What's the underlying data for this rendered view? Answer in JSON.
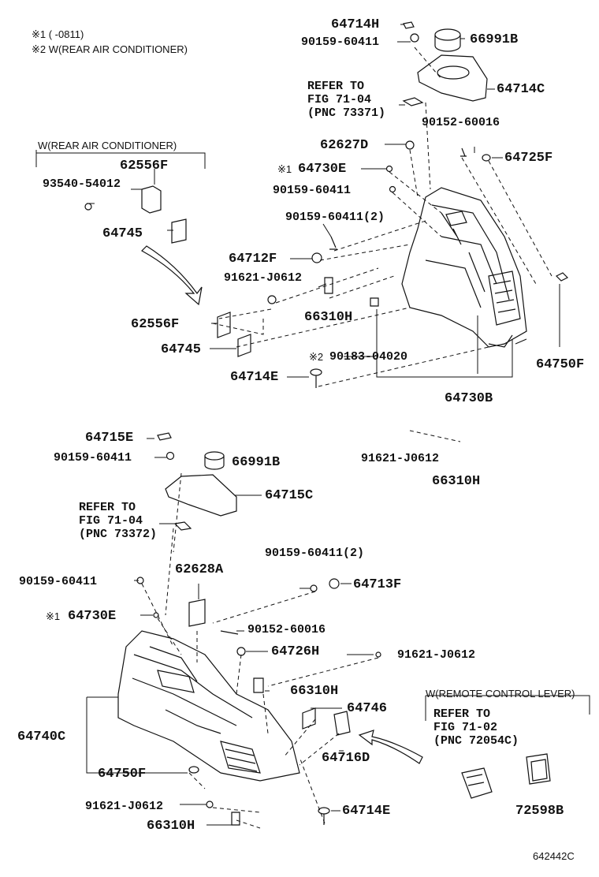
{
  "notes": {
    "note1": "※1 (        -0811)",
    "note2": "※2 W(REAR AIR CONDITIONER)"
  },
  "groups": {
    "rear_ac": "W(REAR AIR CONDITIONER)",
    "remote_lever": "W(REMOTE CONTROL LEVER)"
  },
  "refs": {
    "upper": [
      "REFER TO",
      "FIG 71-04",
      "(PNC 73371)"
    ],
    "lower": [
      "REFER TO",
      "FIG 71-04",
      "(PNC 73372)"
    ],
    "remote": [
      "REFER TO",
      "FIG 71-02",
      "(PNC 72054C)"
    ]
  },
  "parts": {
    "p64714H_top": "64714H",
    "p90159_a": "90159-60411",
    "p66991B_top": "66991B",
    "p64714C": "64714C",
    "p90152_a": "90152-60016",
    "p62627D": "62627D",
    "p64725F": "64725F",
    "p64730E_top": "64730E",
    "p90159_b": "90159-60411",
    "p90159_c": "90159-60411(2)",
    "p62556F_a": "62556F",
    "p93540": "93540-54012",
    "p64745_a": "64745",
    "p64712F": "64712F",
    "p91621_a": "91621-J0612",
    "p66310H_a": "66310H",
    "p62556F_b": "62556F",
    "p64745_b": "64745",
    "p90183": "90183-04020",
    "p64714E_a": "64714E",
    "p64750F_top": "64750F",
    "p64730B": "64730B",
    "p64715E": "64715E",
    "p90159_d": "90159-60411",
    "p66991B_low": "66991B",
    "p64715C": "64715C",
    "p91621_b": "91621-J0612",
    "p66310H_b": "66310H",
    "p90159_e": "90159-60411(2)",
    "p62628A": "62628A",
    "p90159_f": "90159-60411",
    "p64713F": "64713F",
    "p64730E_low": "64730E",
    "p90152_b": "90152-60016",
    "p64726H": "64726H",
    "p91621_c": "91621-J0612",
    "p66310H_c": "66310H",
    "p64746": "64746",
    "p64740C": "64740C",
    "p64716D": "64716D",
    "p64750F_low": "64750F",
    "p91621_d": "91621-J0612",
    "p66310H_d": "66310H",
    "p64714E_b": "64714E",
    "p72598B": "72598B"
  },
  "marks": {
    "m1": "※1",
    "m2": "※2"
  },
  "figure_id": "642442C"
}
